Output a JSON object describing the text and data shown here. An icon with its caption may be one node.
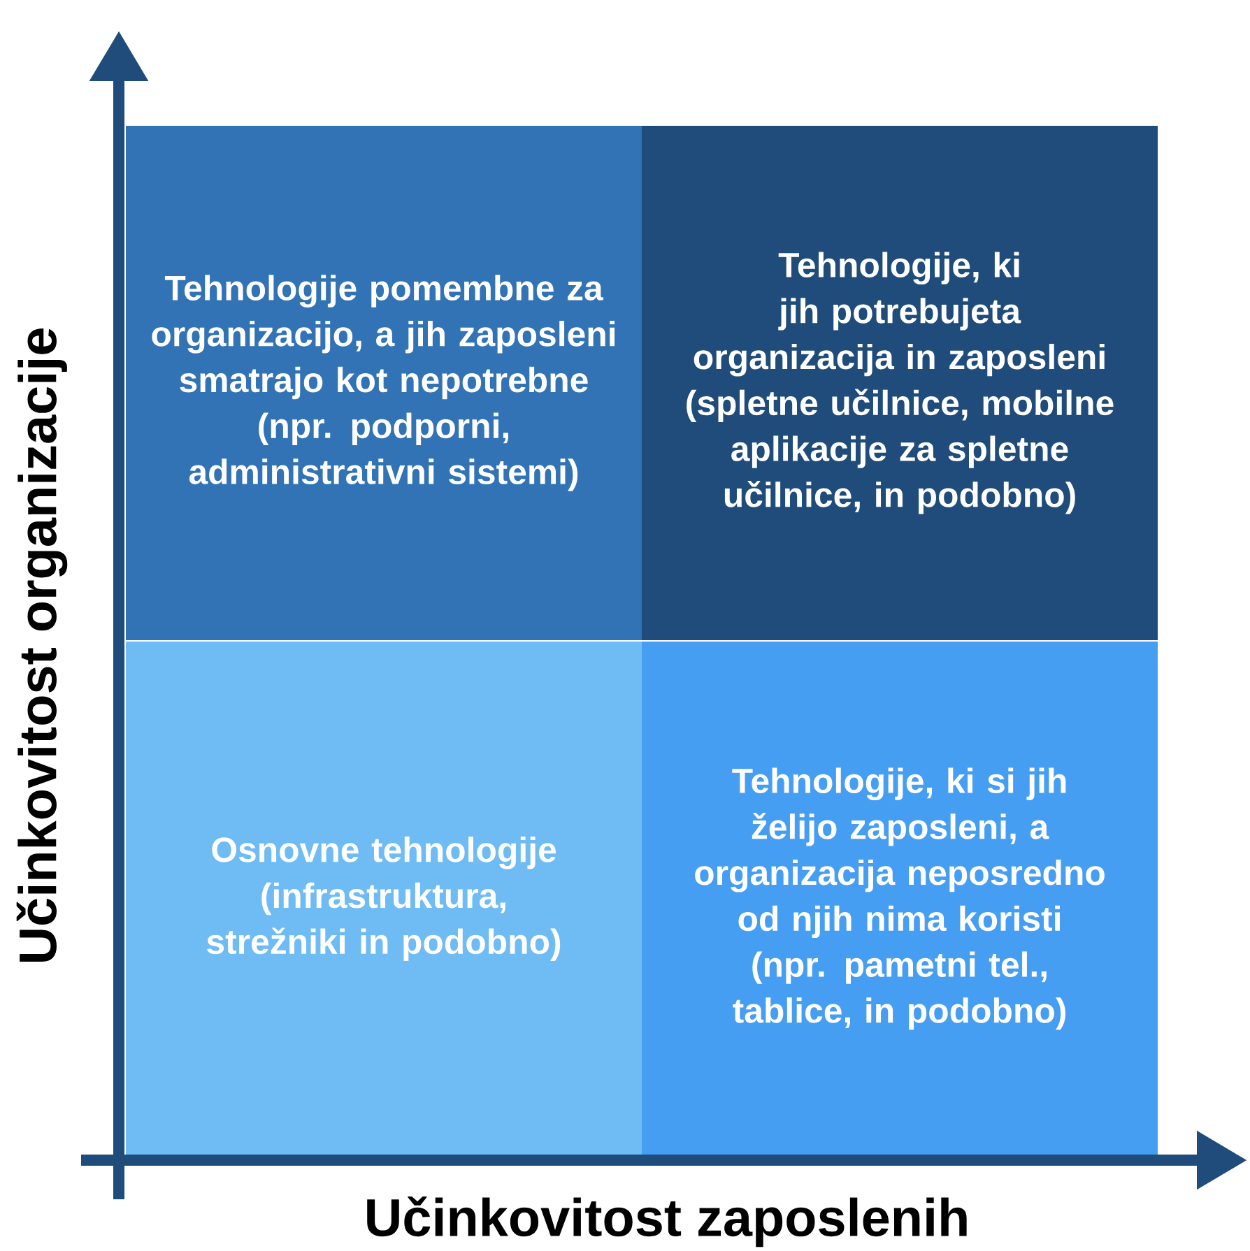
{
  "diagram": {
    "nodes": [
      {
        "text": [
          "Tehnologije pomembne za organizacijo, a jih zaposleni smatrajo kot nepotrebne",
          "(npr. podporni, administrativni sistemi)"
        ]
      },
      {
        "text": [
          "Tehnologije, ki jih potrebujeta organizacija in zaposleni",
          "(spletne učilnice, mobilne aplikacije za spletne učilnice, in podobno)"
        ]
      },
      {
        "text": [
          "Osnovne tehnologije",
          "(infrastruktura, strežniki in podobno)"
        ]
      },
      {
        "text": [
          "Tehnologije, ki si jih želijo zaposleni, a organizacija neposredno od njih nima koristi",
          "(npr. pametni tel., tablice, in podobno)"
        ]
      }
    ],
    "labels": [
      "Učinkovitost organizacije",
      "Učinkovitost zaposlenih"
    ]
  }
}
